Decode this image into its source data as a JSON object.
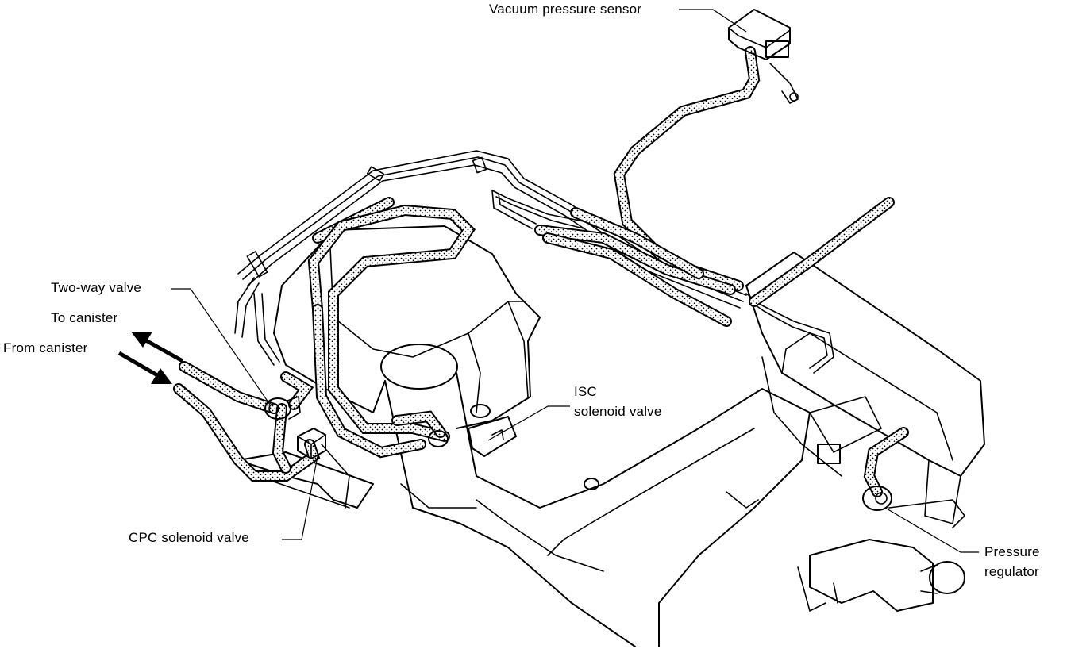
{
  "labels": {
    "vacuum_pressure_sensor": "Vacuum pressure sensor",
    "two_way_valve": "Two-way valve",
    "to_canister": "To canister",
    "from_canister": "From canister",
    "isc_line1": "ISC",
    "isc_line2": "solenoid valve",
    "cpc_solenoid_valve": "CPC solenoid valve",
    "pressure_regulator_line1": "Pressure",
    "pressure_regulator_line2": "regulator"
  },
  "colors": {
    "ink": "#000000",
    "paper": "#ffffff"
  }
}
